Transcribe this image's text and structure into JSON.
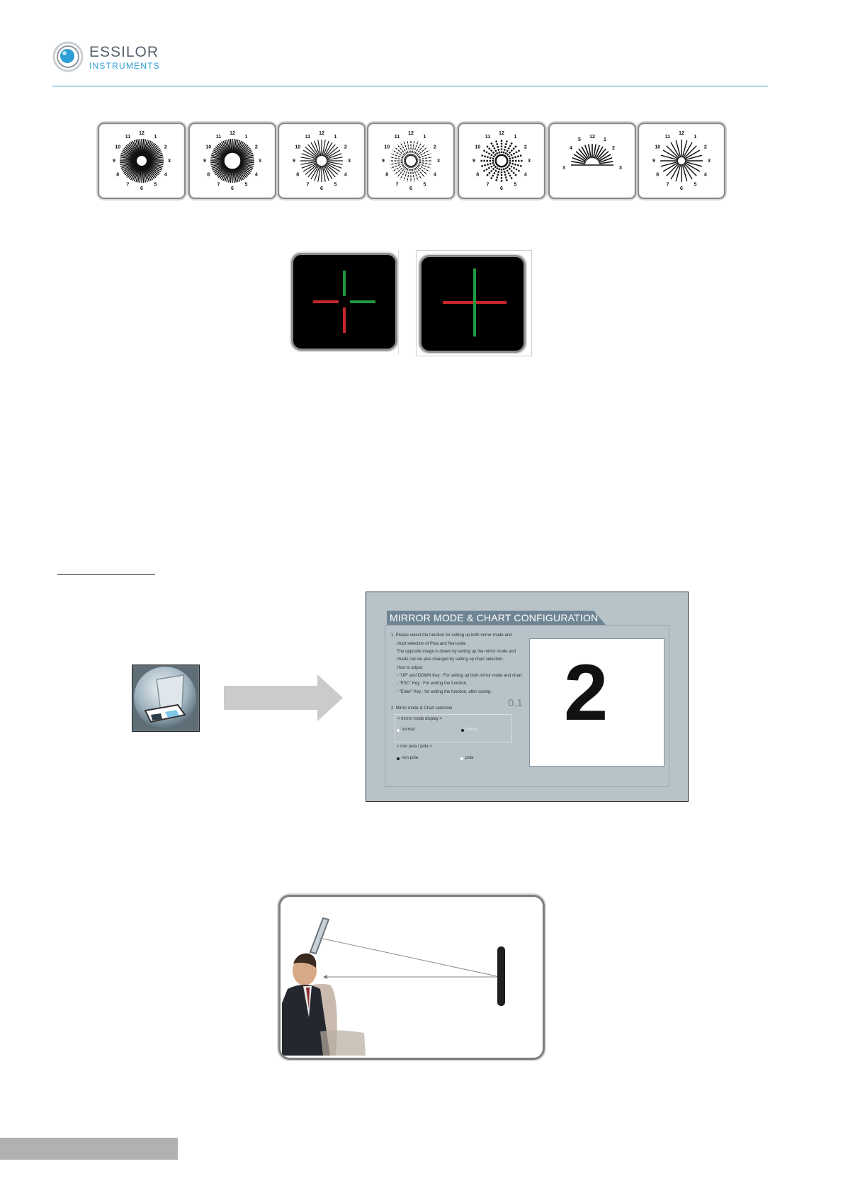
{
  "header": {
    "brand_name": "ESSILOR",
    "brand_sub": "INSTRUMENTS",
    "colors": {
      "brand_blue": "#2b9ed6",
      "brand_grey": "#55616c"
    }
  },
  "astigmatism_charts": [
    {
      "id": "chart-1",
      "labels": [
        "12",
        "1",
        "2",
        "3",
        "4",
        "5",
        "6",
        "7",
        "8",
        "9",
        "10",
        "11"
      ]
    },
    {
      "id": "chart-2",
      "labels": [
        "12",
        "1",
        "2",
        "3",
        "4",
        "5",
        "6",
        "7",
        "8",
        "9",
        "10",
        "11"
      ]
    },
    {
      "id": "chart-3",
      "labels": [
        "12",
        "1",
        "2",
        "3",
        "4",
        "5",
        "6",
        "7",
        "8",
        "9",
        "10",
        "11"
      ]
    },
    {
      "id": "chart-4",
      "labels": [
        "12",
        "1",
        "2",
        "3",
        "4",
        "5",
        "6",
        "7",
        "8",
        "9",
        "10",
        "11"
      ]
    },
    {
      "id": "chart-5",
      "labels": [
        "12",
        "1",
        "2",
        "3",
        "4",
        "5",
        "6",
        "7",
        "8",
        "9",
        "10",
        "11"
      ]
    },
    {
      "id": "chart-6",
      "labels": [
        "12",
        "1",
        "2",
        "3",
        "3",
        "4",
        "5"
      ]
    },
    {
      "id": "chart-7",
      "labels": [
        "12",
        "1",
        "2",
        "3",
        "4",
        "5",
        "6",
        "7",
        "8",
        "9",
        "10",
        "11"
      ]
    }
  ],
  "cross_charts": {
    "colors": {
      "red": "#c8262b",
      "green": "#1f9a3e"
    }
  },
  "config_screen": {
    "title": "MIRROR  MODE & CHART  CONFIGURATION",
    "instructions": [
      "1.  Please  select  the  function  for  setting  up  both  mirror  mode  and",
      "chart  selection  of  Pola  and  Non-pola.",
      "The  opposite  image  is  drawn  by  setting  up  the  mirror  mode  and",
      "charts  can  be  also  changed  by  setting  up  chart  selection.",
      "How  to  adjust",
      "-  \"UP\"  and  DOWN  Key  :  For  setting  up  both  mirror  mode  and  chart.",
      "-  \"ESC\"  Key  :  For  exiting  the  function.",
      "-  \"Enter\"  Key  :  for  exiting  the  function,  after  saving."
    ],
    "section2_title": "2.  Mirror  mode  &  Chart  selection",
    "mirror_group_label": "< mirror  mode  display >",
    "mirror_options": [
      "normal",
      "mirror"
    ],
    "pola_group_label": "< non pola / pola >",
    "pola_options": [
      "non pola",
      "pola"
    ],
    "preview_digit": "2",
    "preview_acuity": "0.1"
  }
}
